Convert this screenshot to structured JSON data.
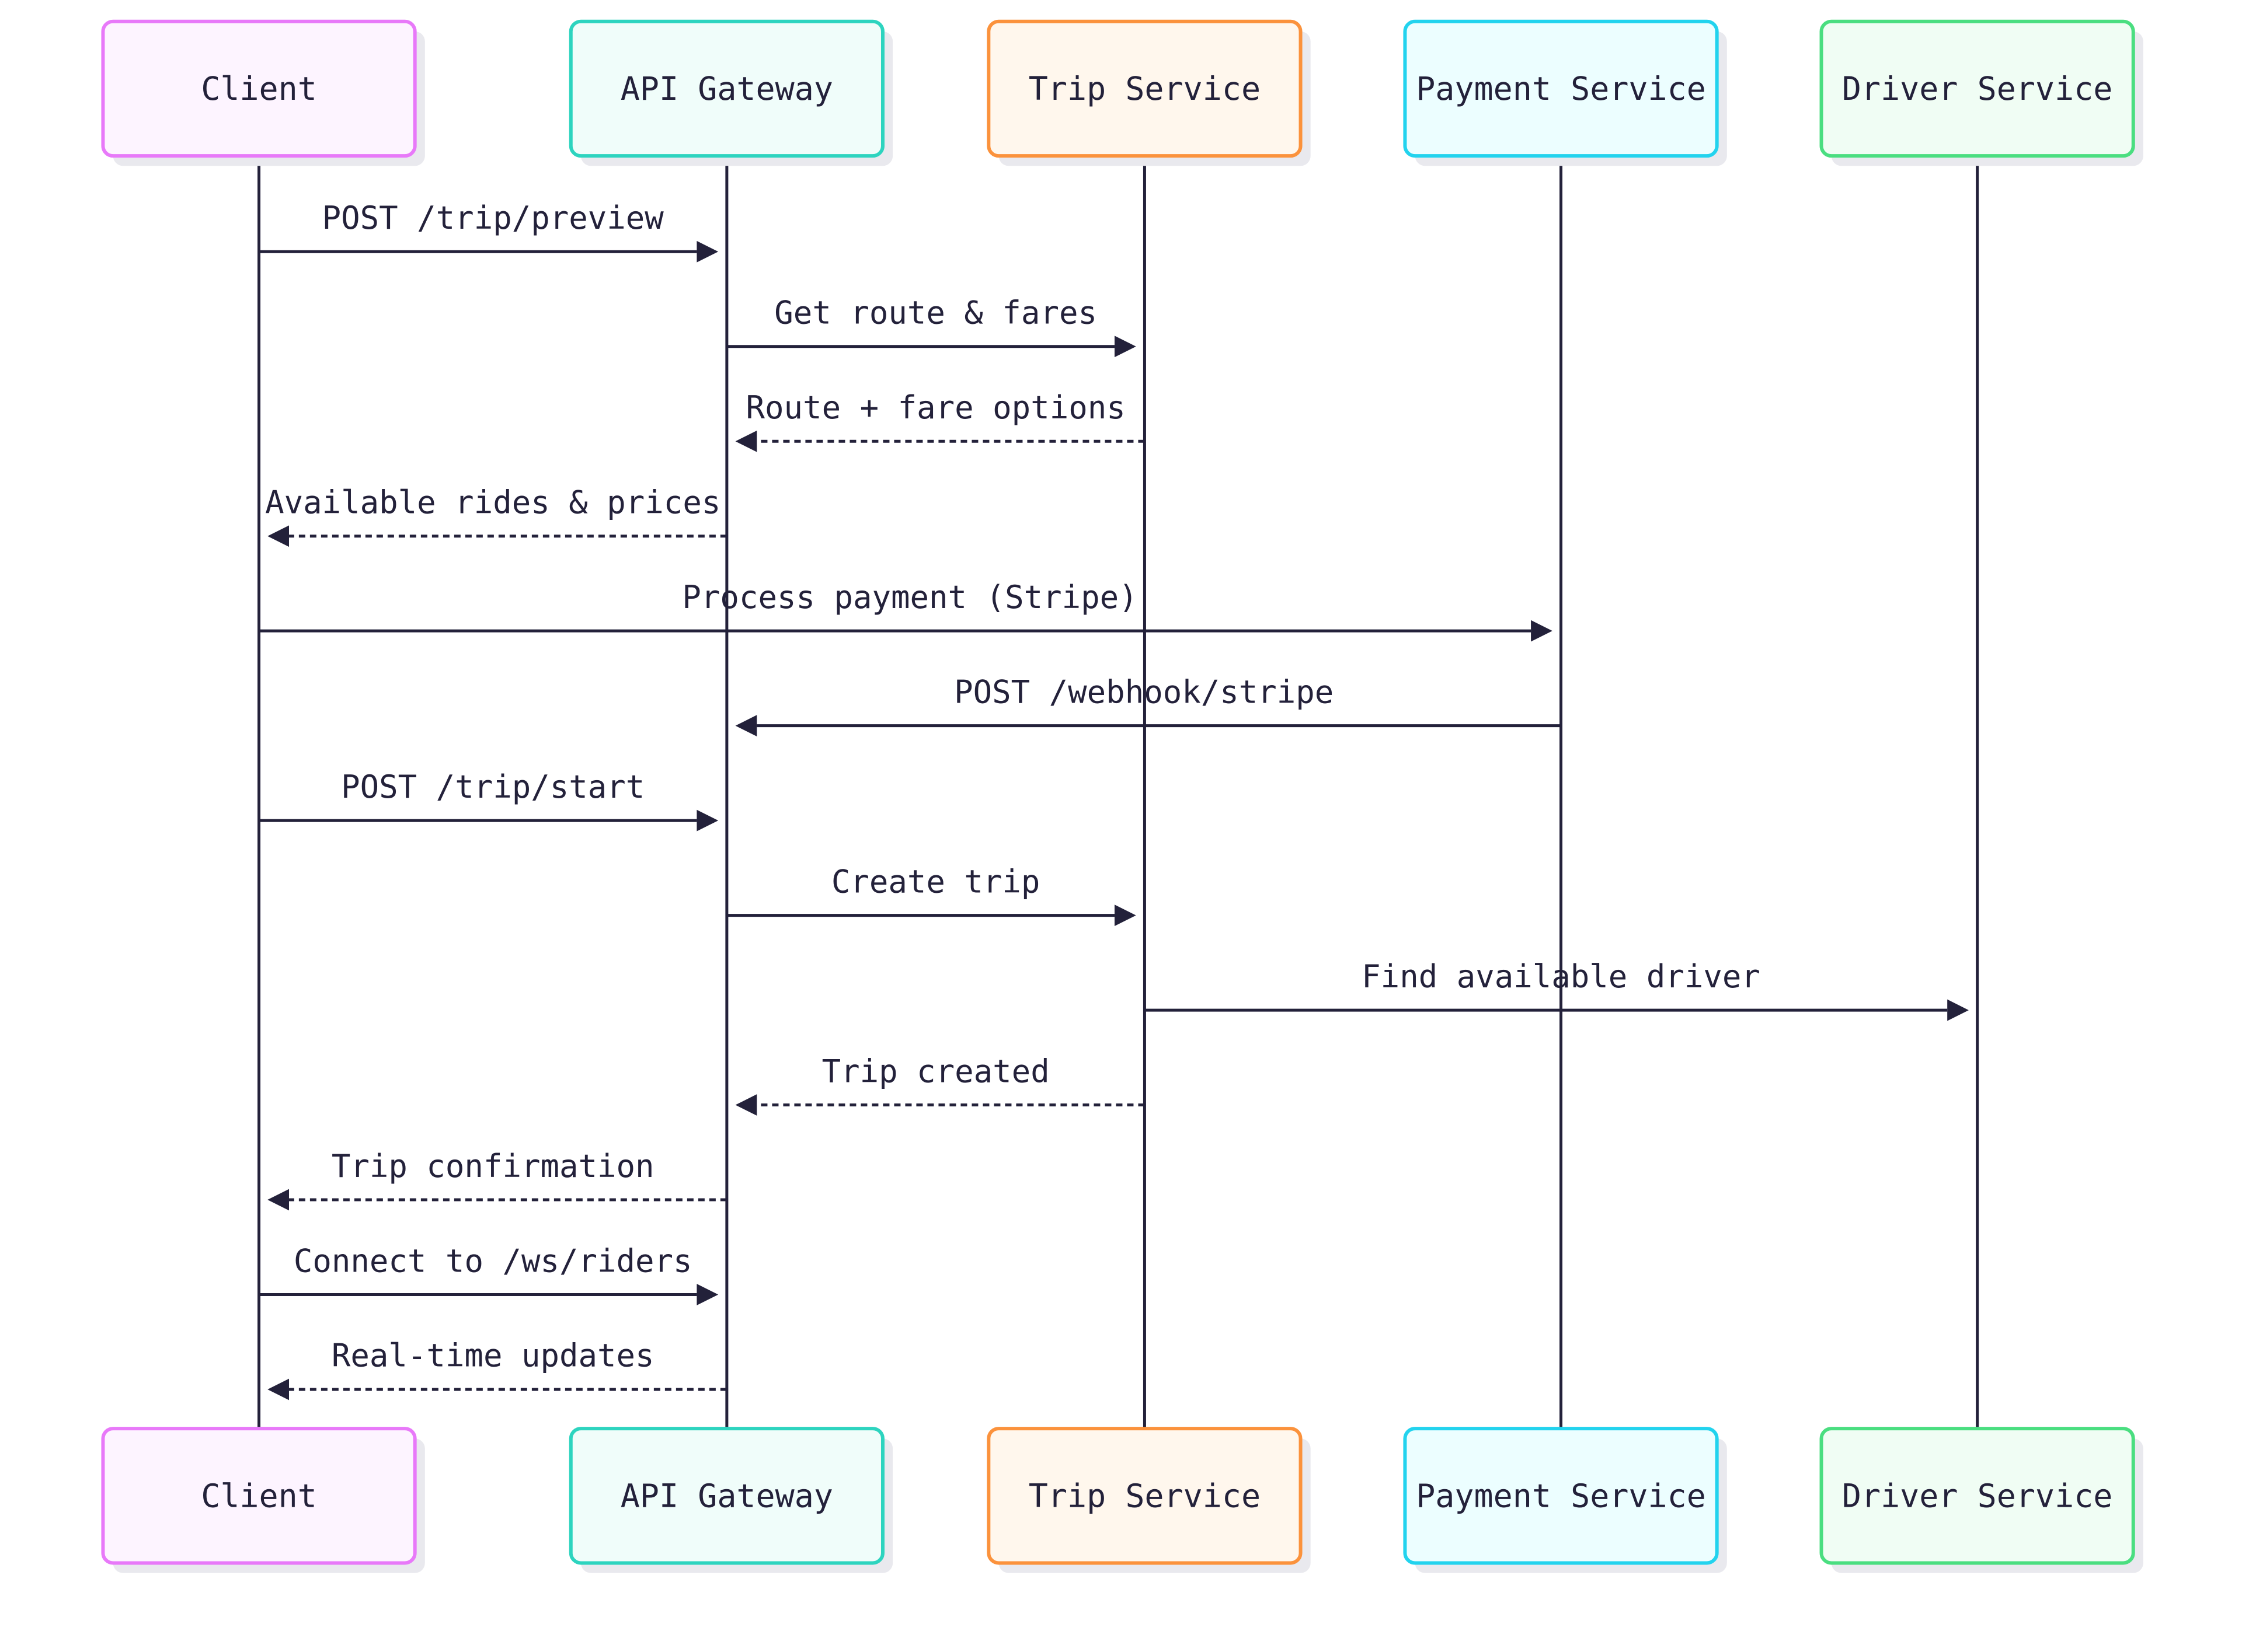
{
  "participants": [
    {
      "id": "client",
      "label": "Client",
      "border": "#e879f9",
      "fill": "#fdf4ff"
    },
    {
      "id": "gateway",
      "label": "API Gateway",
      "border": "#2dd4bf",
      "fill": "#f0fdfa"
    },
    {
      "id": "trip",
      "label": "Trip Service",
      "border": "#fb923c",
      "fill": "#fff7ed"
    },
    {
      "id": "payment",
      "label": "Payment Service",
      "border": "#22d3ee",
      "fill": "#ecfeff"
    },
    {
      "id": "driver",
      "label": "Driver Service",
      "border": "#4ade80",
      "fill": "#f0fdf4"
    }
  ],
  "messages": [
    {
      "from": "client",
      "to": "gateway",
      "label": "POST /trip/preview",
      "style": "solid"
    },
    {
      "from": "gateway",
      "to": "trip",
      "label": "Get route & fares",
      "style": "solid"
    },
    {
      "from": "trip",
      "to": "gateway",
      "label": "Route + fare options",
      "style": "dashed"
    },
    {
      "from": "gateway",
      "to": "client",
      "label": "Available rides & prices",
      "style": "dashed"
    },
    {
      "from": "client",
      "to": "payment",
      "label": "Process payment (Stripe)",
      "style": "solid"
    },
    {
      "from": "payment",
      "to": "gateway",
      "label": "POST /webhook/stripe",
      "style": "solid"
    },
    {
      "from": "client",
      "to": "gateway",
      "label": "POST /trip/start",
      "style": "solid"
    },
    {
      "from": "gateway",
      "to": "trip",
      "label": "Create trip",
      "style": "solid"
    },
    {
      "from": "trip",
      "to": "driver",
      "label": "Find available driver",
      "style": "solid"
    },
    {
      "from": "trip",
      "to": "gateway",
      "label": "Trip created",
      "style": "dashed"
    },
    {
      "from": "gateway",
      "to": "client",
      "label": "Trip confirmation",
      "style": "dashed"
    },
    {
      "from": "client",
      "to": "gateway",
      "label": "Connect to /ws/riders",
      "style": "solid"
    },
    {
      "from": "gateway",
      "to": "client",
      "label": "Real-time updates",
      "style": "dashed"
    }
  ],
  "line_color": "#23213a",
  "text_color": "#23213a"
}
